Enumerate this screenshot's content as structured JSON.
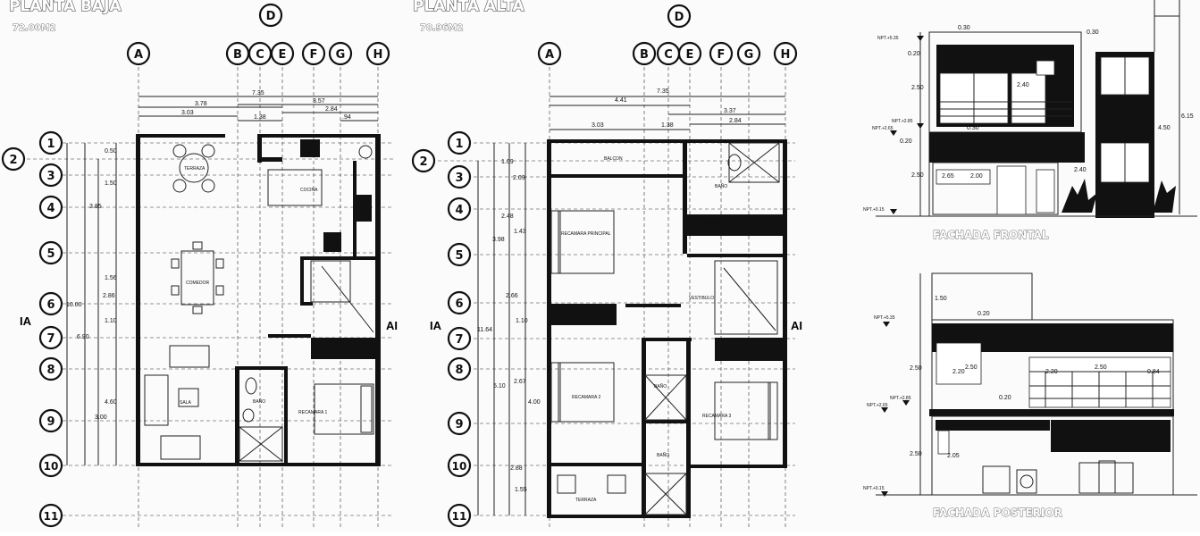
{
  "ground_floor": {
    "title": "PLANTA BAJA",
    "area": "72.00M2",
    "col_axes": [
      "A",
      "B",
      "C",
      "E",
      "F",
      "G",
      "H"
    ],
    "top_axis": "D",
    "row_axes": [
      "1",
      "2",
      "3",
      "4",
      "5",
      "6",
      "7",
      "8",
      "9",
      "10",
      "11"
    ],
    "section_left": "IA",
    "section_right": "AI",
    "top_dims": [
      "7.35",
      "3.78",
      "3.57",
      "3.03",
      "1.38",
      "2.84",
      ".94"
    ],
    "left_dims": [
      "0.50",
      "1.50",
      "3.85",
      "1.56",
      "2.86",
      "10.00",
      "1.10",
      "6.90",
      "4.60",
      "3.00"
    ],
    "rooms": [
      "TERRAZA",
      "COCINA",
      "COMEDOR",
      "SALA",
      "BAÑO",
      "RECAMARA 1"
    ]
  },
  "upper_floor": {
    "title": "PLANTA ALTA",
    "area": "78.96M2",
    "col_axes": [
      "A",
      "B",
      "C",
      "E",
      "F",
      "G",
      "H"
    ],
    "top_axis": "D",
    "row_axes": [
      "1",
      "2",
      "3",
      "4",
      "5",
      "6",
      "7",
      "8",
      "9",
      "10",
      "11"
    ],
    "section_left": "IA",
    "section_right": "AI",
    "top_dims": [
      "7.35",
      "4.41",
      "3.37",
      "3.03",
      "1.38",
      "2.84"
    ],
    "left_dims": [
      "1.09",
      "2.09",
      "2.48",
      "1.43",
      "3.98",
      "2.66",
      "1.10",
      "11.64",
      "2.67",
      "5.10",
      "4.00",
      "2.88",
      "1.55"
    ],
    "rooms": [
      "BALCON",
      "RECAMARA PRINCIPAL",
      "BAÑO",
      "VESTIDOR",
      "VESTIBULO",
      "RECAMARA 2",
      "BAÑO",
      "RECAMARA 3",
      "BAÑO",
      "TERRAZA"
    ]
  },
  "front_elevation": {
    "title": "FACHADA FRONTAL",
    "dims": [
      "0.30",
      "0.30",
      "0.20",
      "2.50",
      "2.40",
      "6.15",
      "4.50",
      "0.20",
      "0.30",
      "2.50",
      "2.65",
      "2.00",
      "2.40"
    ],
    "levels": [
      "NPT.+5.35",
      "NPT.+2.85",
      "NPT.+2.65",
      "NPT.+0.15"
    ]
  },
  "rear_elevation": {
    "title": "FACHADA POSTERIOR",
    "dims": [
      "1.50",
      "0.20",
      "2.50",
      "2.20",
      "2.50",
      "2.20",
      "2.50",
      "0.84",
      "0.20",
      "2.50",
      "2.05"
    ],
    "levels": [
      "NPT.+5.35",
      "NPT.+2.85",
      "NPT.+2.65",
      "NPT.+0.15"
    ]
  }
}
